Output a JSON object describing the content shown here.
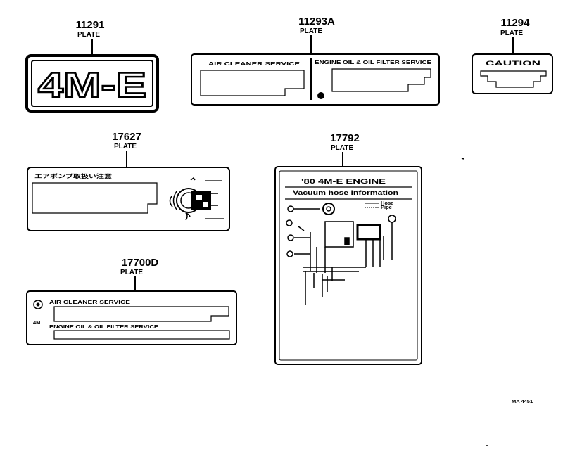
{
  "parts": [
    {
      "number": "11291",
      "name": "PLATE",
      "text": "4M-E"
    },
    {
      "number": "11293A",
      "name": "PLATE",
      "left_text": "AIR CLEANER SERVICE",
      "right_text": "ENGINE OIL & OIL FILTER SERVICE"
    },
    {
      "number": "11294",
      "name": "PLATE",
      "text": "CAUTION"
    },
    {
      "number": "17627",
      "name": "PLATE",
      "text": "エアポンプ取扱い注意"
    },
    {
      "number": "17792",
      "name": "PLATE",
      "title": "'80 4M-E ENGINE",
      "subtitle": "Vacuum hose information",
      "legend": [
        "Hose",
        "Pipe"
      ]
    },
    {
      "number": "17700D",
      "name": "PLATE",
      "line1": "AIR CLEANER SERVICE",
      "prefix": "4M",
      "line2": "ENGINE OIL & OIL FILTER SERVICE"
    }
  ],
  "figure_code": "MA 4451"
}
